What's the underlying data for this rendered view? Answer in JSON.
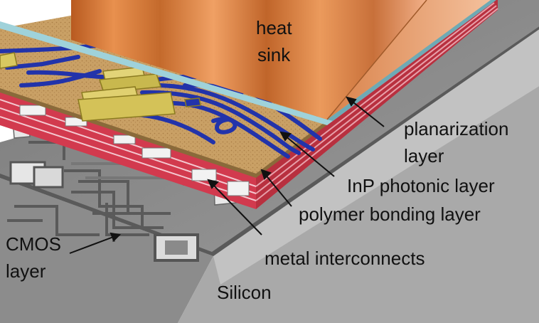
{
  "labels": {
    "heat_sink_line1": "heat",
    "heat_sink_line2": "sink",
    "planarization_line1": "planarization",
    "planarization_line2": "layer",
    "inp_photonic": "InP photonic layer",
    "polymer_bonding": "polymer bonding layer",
    "metal_interconnects": "metal interconnects",
    "cmos_line1": "CMOS",
    "cmos_line2": "layer",
    "silicon": "Silicon"
  },
  "colors": {
    "heat_sink": "#c8703a",
    "planarization": "#9fd2da",
    "photonic_top": "#c9a065",
    "polymer_red": "#d23a4e",
    "waveguide": "#2233aa",
    "contact_gold": "#d8c860",
    "silicon_gray": "#8c8c8c",
    "cmos_gray": "#6e6e6e"
  }
}
